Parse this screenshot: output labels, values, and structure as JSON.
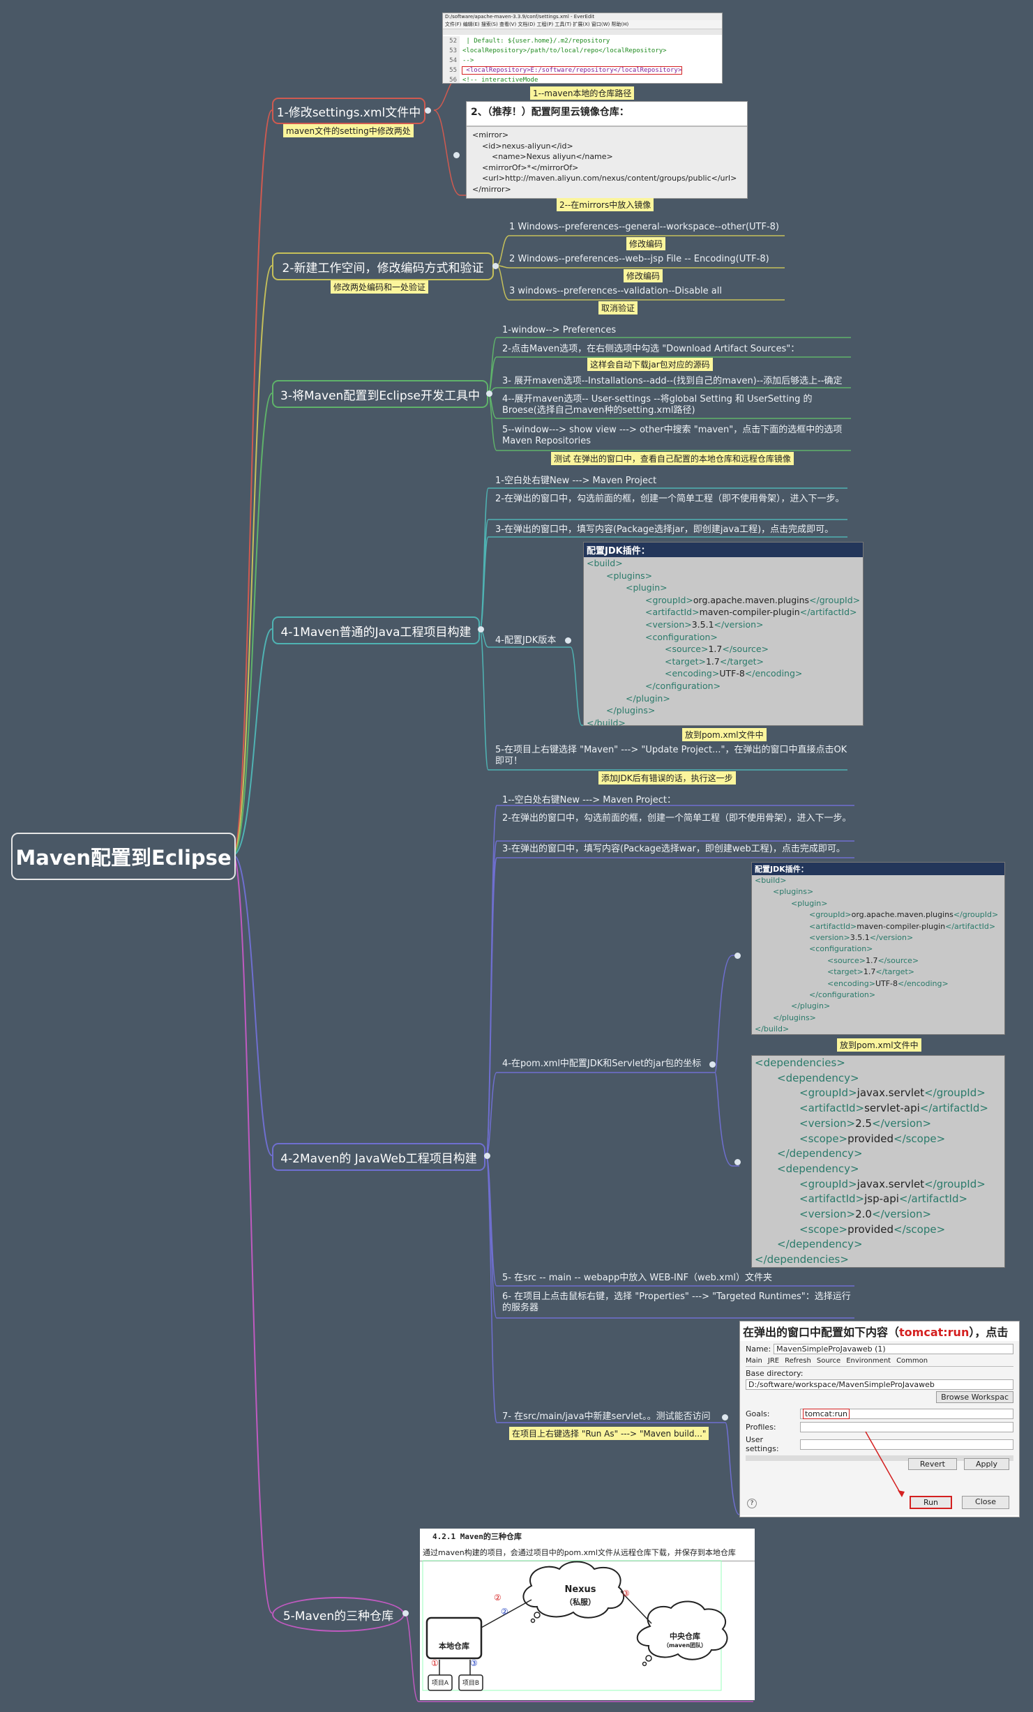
{
  "root": "Maven配置到Eclipse",
  "branches": {
    "b1": {
      "title": "1-修改settings.xml文件中",
      "note": "maven文件的setting中修改两处",
      "shot1": {
        "path": "D:/software/apache-maven-3.3.9/conf/settings.xml - EverEdit",
        "menu": "文件(F)  编辑(E)  搜索(S)  查看(V)  文档(D)  工程(P)  工具(T)  扩展(X)  窗口(W)  帮助(H)",
        "lines": [
          {
            "n": "52",
            "t": "  | Default: ${user.home}/.m2/repository"
          },
          {
            "n": "53",
            "t": "<localRepository>/path/to/local/repo</localRepository>"
          },
          {
            "n": "54",
            "t": "-->"
          },
          {
            "n": "55",
            "t": "  <localRepository>E:/software/repository</localRepository>"
          },
          {
            "n": "56",
            "t": "<!-- interactiveMode"
          }
        ]
      },
      "note1": "1--maven本地的仓库路径",
      "shot2": {
        "title": "2、（推荐！）配置阿里云镜像仓库：",
        "lines": [
          "<mirror>",
          "    <id>nexus-aliyun</id>",
          "        <name>Nexus aliyun</name>",
          "    <mirrorOf>*</mirrorOf>",
          "    <url>http://maven.aliyun.com/nexus/content/groups/public</url>",
          "</mirror>"
        ]
      },
      "note2": "2--在mirrors中放入镜像"
    },
    "b2": {
      "title": "2-新建工作空间，修改编码方式和验证",
      "note": "修改两处编码和一处验证",
      "items": [
        {
          "text": "1  Windows--preferences--general--workspace--other(UTF-8)",
          "note": "修改编码"
        },
        {
          "text": "2  Windows--preferences--web--jsp File -- Encoding(UTF-8)",
          "note": "修改编码"
        },
        {
          "text": "3  windows--preferences--validation--Disable all",
          "note": "取消验证"
        }
      ]
    },
    "b3": {
      "title": "3-将Maven配置到Eclipse开发工具中",
      "items": [
        "1-window--> Preferences",
        "2-点击Maven选项，在右侧选项中勾选 \"Download Artifact Sources\"：",
        "3- 展开maven选项--Installations--add--(找到自己的maven)--添加后够选上--确定",
        "4--展开maven选项-- User-settings --将global Setting 和 UserSetting 的 Broese(选择自己maven种的setting.xml路径)",
        "5--window---> show view ---> other中搜索 \"maven\"，点击下面的选框中的选项 Maven Repositories"
      ],
      "note2": "这样会自动下载jar包对应的源码",
      "note5": "测试 在弹出的窗口中，查看自己配置的本地仓库和远程仓库镜像"
    },
    "b41": {
      "title": "4-1Maven普通的Java工程项目构建",
      "items": [
        "1-空白处右键New ---> Maven Project",
        "2-在弹出的窗口中，勾选前面的框，创建一个简单工程（即不使用骨架），进入下一步。",
        "3-在弹出的窗口中，填写内容(Package选择jar，即创建java工程)，点击完成即可。",
        "4-配置JDK版本",
        "5-在项目上右键选择 \"Maven\" ---> \"Update Project...\"，在弹出的窗口中直接点击OK即可！"
      ],
      "code_head": "配置JDK插件：",
      "note4": "放到pom.xml文件中",
      "note5": "添加JDK后有错误的话，执行这一步"
    },
    "b42": {
      "title": "4-2Maven的 JavaWeb工程项目构建",
      "items": [
        "1--空白处右键New ---> Maven Project：",
        "2-在弹出的窗口中，勾选前面的框，创建一个简单工程（即不使用骨架），进入下一步。",
        "3-在弹出的窗口中，填写内容(Package选择war，即创建web工程)，点击完成即可。",
        "4-在pom.xml中配置JDK和Servlet的jar包的坐标",
        "5- 在src -- main -- webapp中放入 WEB-INF（web.xml）文件夹",
        "6- 在项目上点击鼠标右键，选择 \"Properties\" ---> \"Targeted Runtimes\"：选择运行的服务器",
        "7- 在src/main/java中新建servlet。。测试能否访问"
      ],
      "code_head": "配置JDK插件：",
      "note4": "放到pom.xml文件中",
      "note7": "在项目上右键选择 \"Run As\" ---> \"Maven build...\"",
      "dialog": {
        "heading_pre": "在弹出的窗口中配置如下内容（",
        "heading_red": "tomcat:run",
        "heading_post": "），点击",
        "name_label": "Name:",
        "name_value": "MavenSimpleProJavaweb (1)",
        "tabs": [
          "Main",
          "JRE",
          "Refresh",
          "Source",
          "Environment",
          "Common"
        ],
        "base_dir_label": "Base directory:",
        "base_dir_value": "D:/software/workspace/MavenSimpleProJavaweb",
        "browse_btn": "Browse Workspac",
        "goals_label": "Goals:",
        "goals_value": "tomcat:run",
        "profiles_label": "Profiles:",
        "user_settings_label": "User settings:",
        "revert_btn": "Revert",
        "apply_btn": "Apply",
        "run_btn": "Run",
        "close_btn": "Close",
        "help": "?"
      }
    },
    "b5": {
      "title": "5-Maven的三种仓库",
      "shot": {
        "section": "4.2.1  Maven的三种仓库",
        "desc": "通过maven构建的项目，会通过项目中的pom.xml文件从远程仓库下载，并保存到本地仓库",
        "nexus": "Nexus",
        "nexus_sub": "（私服）",
        "central": "中央仓库",
        "central_sub": "（maven团队）",
        "local": "本地仓库",
        "projA": "项目A",
        "projB": "项目B",
        "n1": "①",
        "n2": "②",
        "n3": "③"
      }
    }
  },
  "xml_jdk": [
    {
      "i": 0,
      "t": "<build>"
    },
    {
      "i": 1,
      "t": "<plugins>"
    },
    {
      "i": 2,
      "t": "<plugin>"
    },
    {
      "i": 3,
      "t": "<groupId>org.apache.maven.plugins</groupId>"
    },
    {
      "i": 3,
      "t": "<artifactId>maven-compiler-plugin</artifactId>"
    },
    {
      "i": 3,
      "t": "<version>3.5.1</version>"
    },
    {
      "i": 3,
      "t": "<configuration>"
    },
    {
      "i": 4,
      "t": "<source>1.7</source>"
    },
    {
      "i": 4,
      "t": "<target>1.7</target>"
    },
    {
      "i": 4,
      "t": "<encoding>UTF-8</encoding>"
    },
    {
      "i": 3,
      "t": "</configuration>"
    },
    {
      "i": 2,
      "t": "</plugin>"
    },
    {
      "i": 1,
      "t": "</plugins>"
    },
    {
      "i": 0,
      "t": "</build>"
    }
  ],
  "xml_dep": [
    {
      "i": 0,
      "t": "<dependencies>"
    },
    {
      "i": 1,
      "t": "<dependency>"
    },
    {
      "i": 2,
      "t": "<groupId>javax.servlet</groupId>"
    },
    {
      "i": 2,
      "t": "<artifactId>servlet-api</artifactId>"
    },
    {
      "i": 2,
      "t": "<version>2.5</version>"
    },
    {
      "i": 2,
      "t": "<scope>provided</scope>"
    },
    {
      "i": 1,
      "t": "</dependency>"
    },
    {
      "i": 1,
      "t": "<dependency>"
    },
    {
      "i": 2,
      "t": "<groupId>javax.servlet</groupId>"
    },
    {
      "i": 2,
      "t": "<artifactId>jsp-api</artifactId>"
    },
    {
      "i": 2,
      "t": "<version>2.0</version>"
    },
    {
      "i": 2,
      "t": "<scope>provided</scope>"
    },
    {
      "i": 1,
      "t": "</dependency>"
    },
    {
      "i": 0,
      "t": "</dependencies>"
    }
  ],
  "colors": {
    "background": "#4a5866",
    "branch1": "#d05a50",
    "branch2": "#c6c05a",
    "branch3": "#5fb36a",
    "branch41": "#4fb3b3",
    "branch42": "#6f6fd0",
    "branch5": "#c05ac0",
    "note": "#fbf59c"
  }
}
